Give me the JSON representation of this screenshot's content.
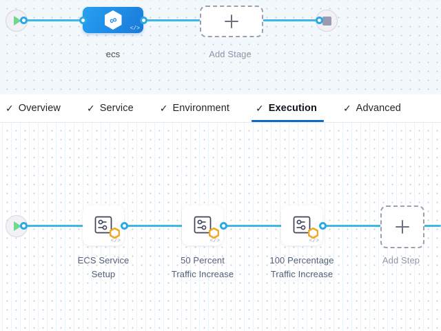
{
  "stage_graph": {
    "start_node": {
      "icon": "play-icon",
      "name": "pipeline-start"
    },
    "end_node": {
      "icon": "stop-square-icon",
      "name": "pipeline-end"
    },
    "stage": {
      "label": "ecs",
      "icon": "hexagon-infinity-icon",
      "code_badge": "</>"
    },
    "add_stage": {
      "label": "Add Stage",
      "icon": "plus-icon"
    }
  },
  "tabs": [
    {
      "label": "Overview",
      "check": "✓",
      "active": false
    },
    {
      "label": "Service",
      "check": "✓",
      "active": false
    },
    {
      "label": "Environment",
      "check": "✓",
      "active": false
    },
    {
      "label": "Execution",
      "check": "✓",
      "active": true
    },
    {
      "label": "Advanced",
      "check": "✓",
      "active": false
    }
  ],
  "execution_graph": {
    "start_node": {
      "icon": "play-icon",
      "name": "execution-start"
    },
    "steps": [
      {
        "label_line1": "ECS Service",
        "label_line2": "Setup",
        "icon": "settings-sliders-icon",
        "badge": "hexagon-badge",
        "code_badge": "</>"
      },
      {
        "label_line1": "50 Percent",
        "label_line2": "Traffic Increase",
        "icon": "settings-sliders-icon",
        "badge": "hexagon-badge",
        "code_badge": "</>"
      },
      {
        "label_line1": "100 Percentage",
        "label_line2": "Traffic Increase",
        "icon": "settings-sliders-icon",
        "badge": "hexagon-badge",
        "code_badge": "</>"
      }
    ],
    "add_step": {
      "label": "Add Step",
      "icon": "plus-icon"
    }
  },
  "colors": {
    "edge": "#3fb6ea",
    "port": "#2aa8e8",
    "stage_blue": "#1f8fe8",
    "tab_active": "#0b6bcb",
    "badge_orange": "#f5a623",
    "play_green": "#6ed88f",
    "canvas_top": "#f2f8fc",
    "canvas_bottom": "#ffffff"
  }
}
